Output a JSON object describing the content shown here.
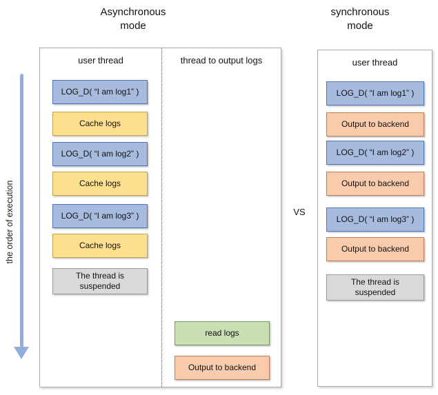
{
  "header": {
    "async_title": "Asynchronous\nmode",
    "sync_title": "synchronous\nmode",
    "vs_label": "VS"
  },
  "execution_axis": {
    "label": "the order of execution"
  },
  "async_panel": {
    "user_thread": {
      "header": "user thread",
      "boxes": [
        {
          "label": "LOG_D( “I am log1” )",
          "type": "log-call"
        },
        {
          "label": "Cache logs",
          "type": "cache"
        },
        {
          "label": "LOG_D( “I am log2” )",
          "type": "log-call"
        },
        {
          "label": "Cache logs",
          "type": "cache"
        },
        {
          "label": "LOG_D( “I am log3” )",
          "type": "log-call"
        },
        {
          "label": "Cache logs",
          "type": "cache"
        },
        {
          "label": "The thread is\nsuspended",
          "type": "suspended"
        }
      ]
    },
    "output_thread": {
      "header": "thread to output logs",
      "boxes": [
        {
          "label": "read logs",
          "type": "read"
        },
        {
          "label": "Output to backend",
          "type": "output"
        }
      ]
    }
  },
  "sync_panel": {
    "user_thread": {
      "header": "user thread",
      "boxes": [
        {
          "label": "LOG_D( “I am log1” )",
          "type": "log-call"
        },
        {
          "label": "Output to backend",
          "type": "output"
        },
        {
          "label": "LOG_D( “I am log2” )",
          "type": "log-call"
        },
        {
          "label": "Output to backend",
          "type": "output"
        },
        {
          "label": "LOG_D( “I am log3” )",
          "type": "log-call"
        },
        {
          "label": "Output to backend",
          "type": "output"
        },
        {
          "label": "The thread is\nsuspended",
          "type": "suspended"
        }
      ]
    }
  },
  "colors": {
    "log_call_fill": "#a6bbdd",
    "log_call_border": "#4d73b8",
    "cache_fill": "#fce08e",
    "cache_border": "#c4a153",
    "read_fill": "#c9dfb3",
    "read_border": "#73995c",
    "output_fill": "#f8cbad",
    "output_border": "#bf7d53",
    "suspended_fill": "#d9d9d9",
    "suspended_border": "#999999",
    "arrow": "#93acde",
    "panel_border": "#a9a9a9"
  }
}
